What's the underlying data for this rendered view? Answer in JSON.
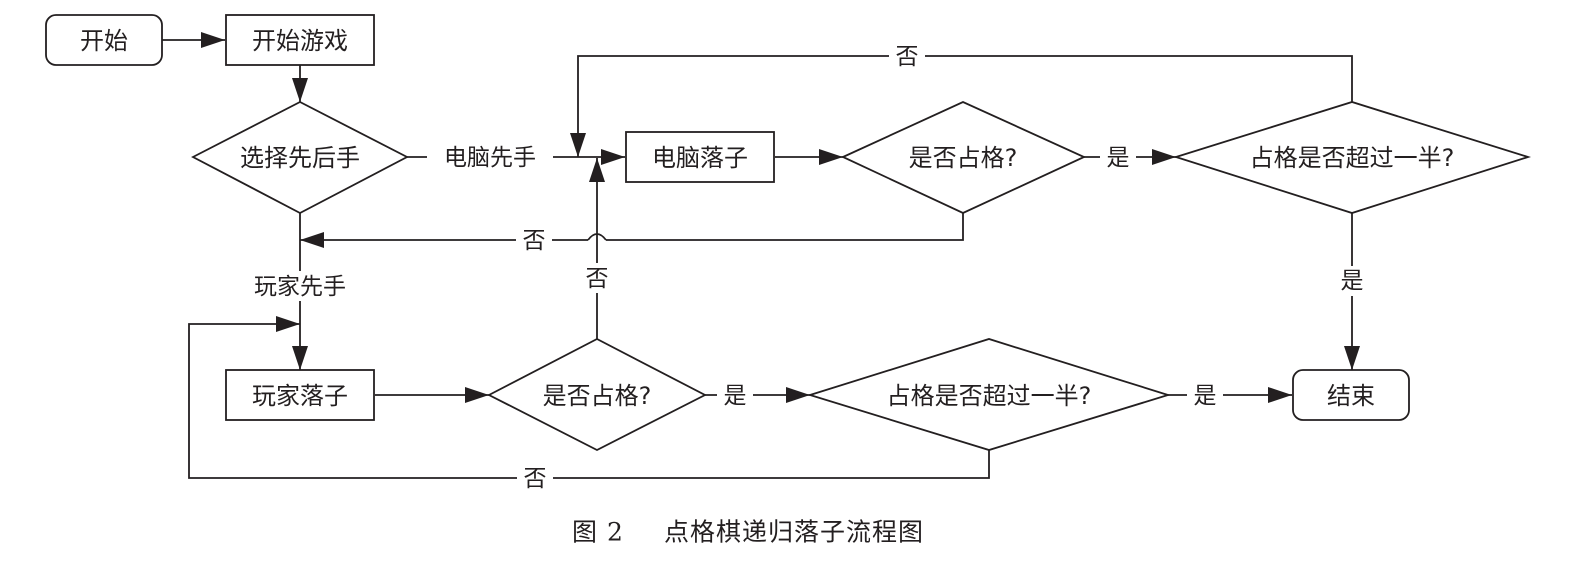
{
  "nodes": {
    "start": "开始",
    "start_game": "开始游戏",
    "choose_first": "选择先后手",
    "computer_move": "电脑落子",
    "computer_occupied": "是否占格?",
    "computer_half": "占格是否超过一半?",
    "player_move": "玩家落子",
    "player_occupied": "是否占格?",
    "player_half": "占格是否超过一半?",
    "end": "结束"
  },
  "edges": {
    "computer_first": "电脑先手",
    "player_first": "玩家先手",
    "computer_occupied_yes": "是",
    "computer_occupied_no": "否",
    "computer_half_yes": "是",
    "computer_half_no": "否",
    "player_occupied_yes": "是",
    "player_occupied_no": "否",
    "player_half_yes": "是",
    "player_half_no": "否"
  },
  "caption": {
    "figure_number": "图 2",
    "title": "点格棋递归落子流程图"
  }
}
